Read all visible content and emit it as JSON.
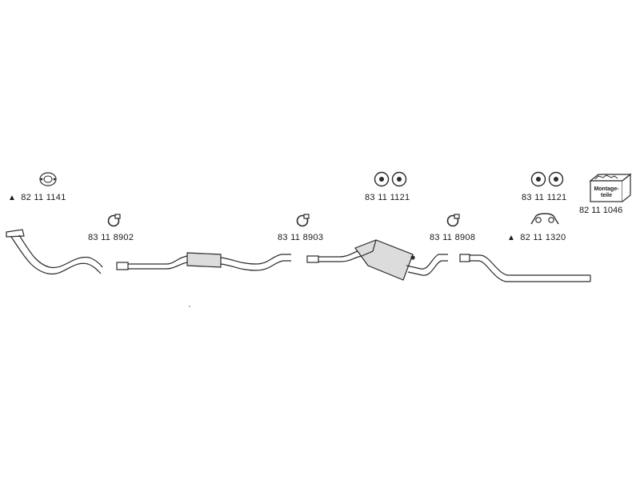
{
  "parts": {
    "gasket_front": {
      "number": "82 11 1141",
      "marker": "▲",
      "icon": "gasket-icon"
    },
    "clamp_1": {
      "number": "83 11 8902",
      "icon": "clamp-icon"
    },
    "clamp_2": {
      "number": "83 11 8903",
      "icon": "clamp-icon"
    },
    "hangers_1": {
      "number": "83 11 1121",
      "icon": "rubber-hanger-icon"
    },
    "clamp_3": {
      "number": "83 11 8908",
      "icon": "clamp-icon"
    },
    "hangers_2": {
      "number": "83 11 1121",
      "icon": "rubber-hanger-icon"
    },
    "bracket": {
      "number": "82 11 1320",
      "marker": "▲",
      "icon": "bracket-icon"
    },
    "mounting_kit": {
      "number": "82 11 1046",
      "box_text_line1": "Montage-",
      "box_text_line2": "teile",
      "icon": "mounting-kit-box-icon"
    }
  },
  "colors": {
    "line": "#2a2a2a",
    "fill": "#ffffff",
    "muffler_fill": "#dcdcdc"
  }
}
